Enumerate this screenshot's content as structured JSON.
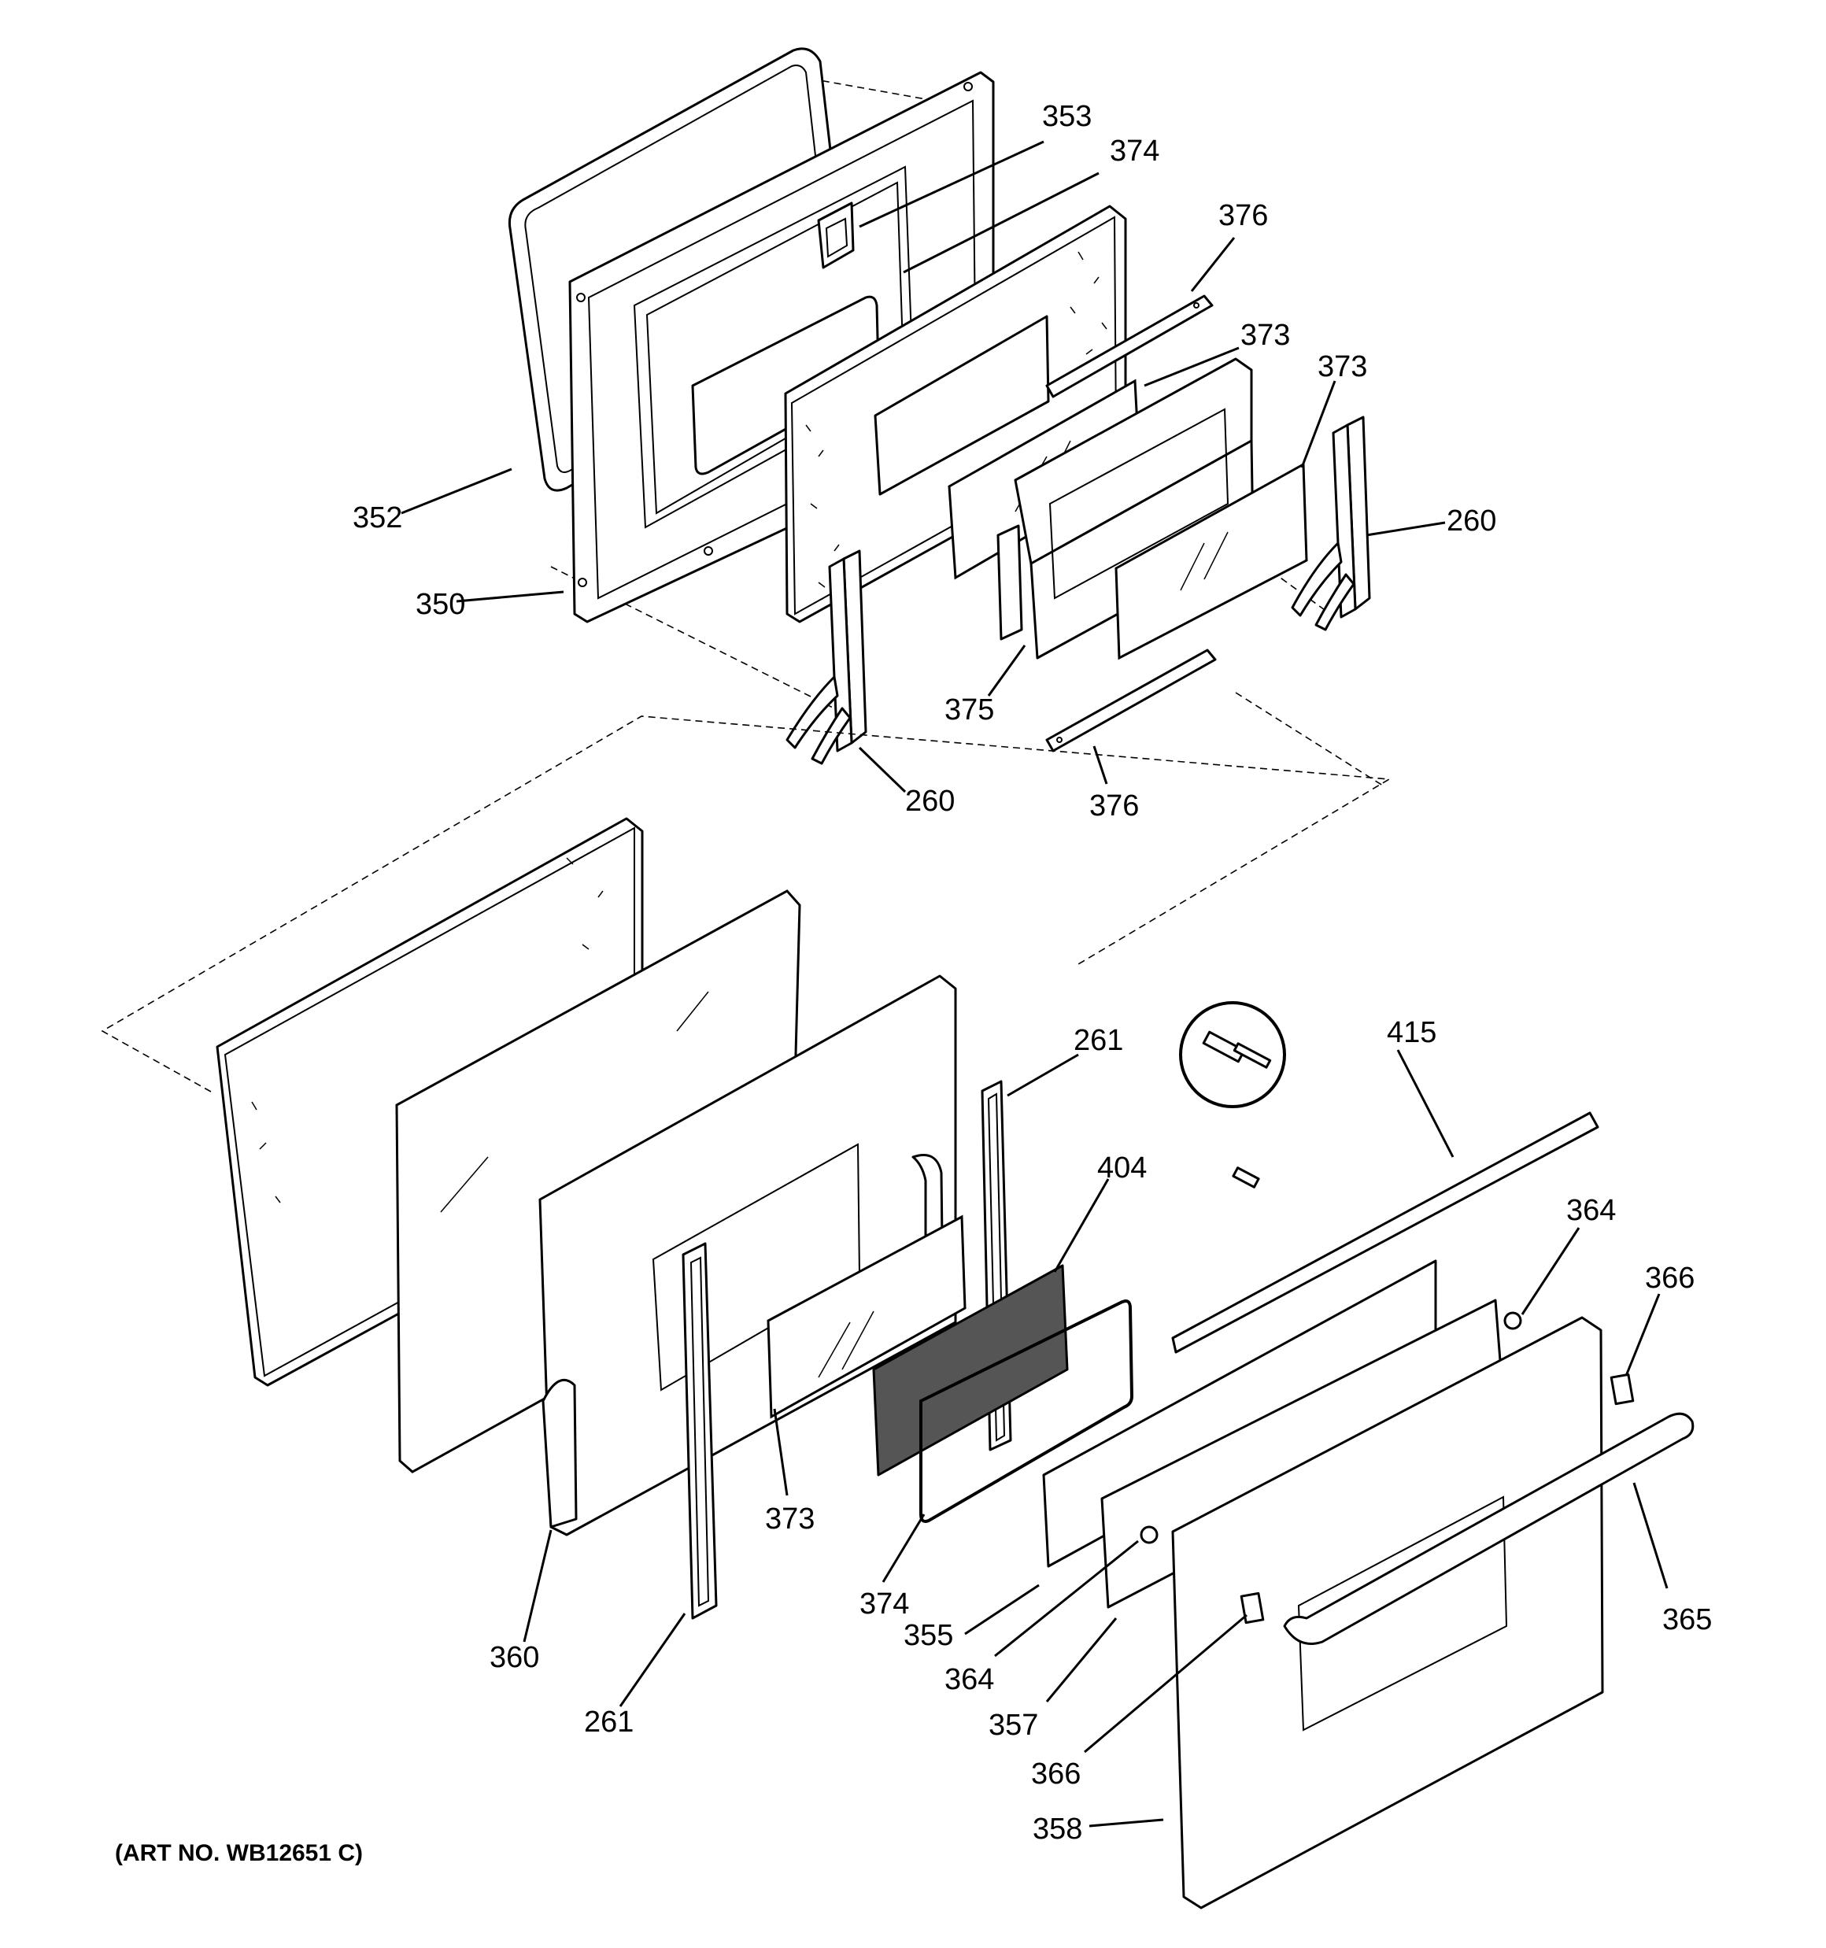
{
  "art_number": "(ART NO. WB12651 C)",
  "callouts": [
    {
      "id": "c353",
      "text": "353"
    },
    {
      "id": "c374a",
      "text": "374"
    },
    {
      "id": "c376a",
      "text": "376"
    },
    {
      "id": "c373a",
      "text": "373"
    },
    {
      "id": "c373b",
      "text": "373"
    },
    {
      "id": "c260a",
      "text": "260"
    },
    {
      "id": "c352",
      "text": "352"
    },
    {
      "id": "c350",
      "text": "350"
    },
    {
      "id": "c375",
      "text": "375"
    },
    {
      "id": "c260b",
      "text": "260"
    },
    {
      "id": "c376b",
      "text": "376"
    },
    {
      "id": "c261a",
      "text": "261"
    },
    {
      "id": "c415",
      "text": "415"
    },
    {
      "id": "c404",
      "text": "404"
    },
    {
      "id": "c364a",
      "text": "364"
    },
    {
      "id": "c366a",
      "text": "366"
    },
    {
      "id": "c373c",
      "text": "373"
    },
    {
      "id": "c374b",
      "text": "374"
    },
    {
      "id": "c360",
      "text": "360"
    },
    {
      "id": "c261b",
      "text": "261"
    },
    {
      "id": "c355",
      "text": "355"
    },
    {
      "id": "c364b",
      "text": "364"
    },
    {
      "id": "c357",
      "text": "357"
    },
    {
      "id": "c366b",
      "text": "366"
    },
    {
      "id": "c365",
      "text": "365"
    },
    {
      "id": "c358",
      "text": "358"
    }
  ]
}
